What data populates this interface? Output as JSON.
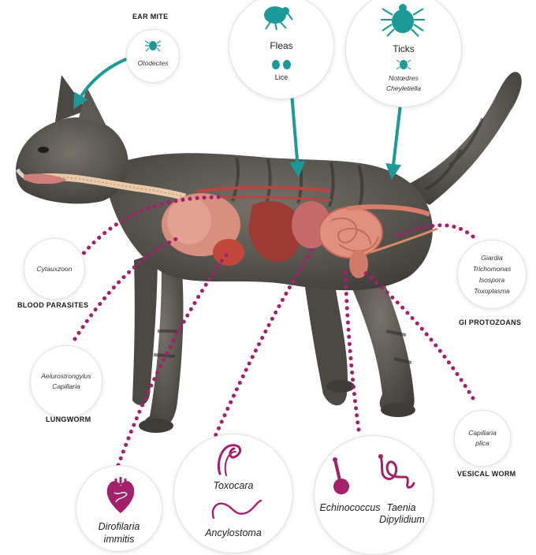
{
  "colors": {
    "teal": "#1b9a97",
    "magenta": "#a3206b",
    "cat_fur": "#5c5852",
    "organ": "#c66a5e"
  },
  "ear_mite": {
    "title": "EAR MITE",
    "species": "Otodectes",
    "icon": "mite-icon"
  },
  "fleas": {
    "title": "Fleas",
    "sub": "Lice",
    "icon": "flea-icon",
    "sub_icon": "louse-icon"
  },
  "ticks": {
    "title": "Ticks",
    "species": [
      "Notœdres",
      "Cheyletiella"
    ],
    "icon": "tick-icon",
    "sub_icon": "mite-icon"
  },
  "blood_parasites": {
    "title": "BLOOD PARASITES",
    "species": "Cytauxzoon"
  },
  "lungworm": {
    "title": "LUNGWORM",
    "species": [
      "Aelurostrongylus",
      "Capillaria"
    ]
  },
  "gi_protozoans": {
    "title": "GI PROTOZOANS",
    "species": [
      "Giardia",
      "Trichomonas",
      "Isospora",
      "Toxoplasma"
    ]
  },
  "vesical_worm": {
    "title": "VESICAL WORM",
    "species": [
      "Capillaria",
      "plica"
    ]
  },
  "heartworm": {
    "species": [
      "Dirofilaria",
      "immitis"
    ],
    "icon": "heart-icon"
  },
  "roundworm": {
    "species": [
      "Toxocara",
      "Ancylostoma"
    ],
    "icon": "roundworm-icon"
  },
  "tapeworm": {
    "species": [
      "Echinococcus",
      "Taenia",
      "Dipylidium"
    ],
    "icon": "tapeworm-icon"
  }
}
